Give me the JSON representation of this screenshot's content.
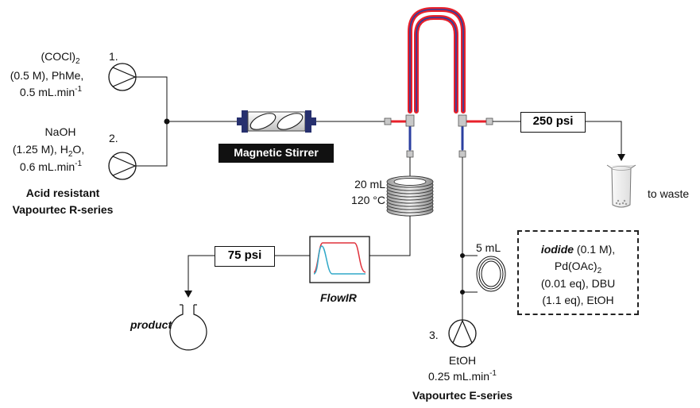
{
  "pump1": {
    "number": "1.",
    "reagent_formula": "(COCl)",
    "reagent_subscript": "2",
    "line2": "(0.5 M), PhMe,",
    "flow_value": "0.5 mL.min",
    "flow_exponent": "-1"
  },
  "pump2": {
    "number": "2.",
    "reagent": "NaOH",
    "line2_prefix": "(1.25 M), H",
    "line2_subscript": "2",
    "line2_suffix": "O,",
    "flow_value": "0.6 mL.min",
    "flow_exponent": "-1"
  },
  "pump_system_1": {
    "line1": "Acid resistant",
    "line2": "Vapourtec R-series"
  },
  "stirrer_label": "Magnetic Stirrer",
  "coil_reactor": {
    "volume": "20 mL",
    "temperature": "120 °C"
  },
  "bpr_waste": "250 psi",
  "waste_label": "to waste",
  "bpr_product": "75 psi",
  "flowir_label": "FlowIR",
  "product_label": "product",
  "loop": {
    "volume": "5 mL"
  },
  "loop_contents": {
    "iodide": "iodide",
    "iodide_conc": " (0.1 M),",
    "catalyst": "Pd(OAc)",
    "catalyst_subscript": "2",
    "line3": "(0.01 eq), DBU",
    "line4": "(1.1 eq), EtOH"
  },
  "pump3": {
    "number": "3.",
    "reagent": "EtOH",
    "flow_value": "0.25 mL.min",
    "flow_exponent": "-1"
  },
  "pump_system_2": "Vapourtec E-series",
  "colors": {
    "tube_red": "#e8202a",
    "tube_blue": "#2b3fa0",
    "stirrer_blue": "#27306e",
    "ir_red": "#e0303a",
    "ir_cyan": "#30a8c8",
    "connector_gray": "#c8c8c8"
  }
}
